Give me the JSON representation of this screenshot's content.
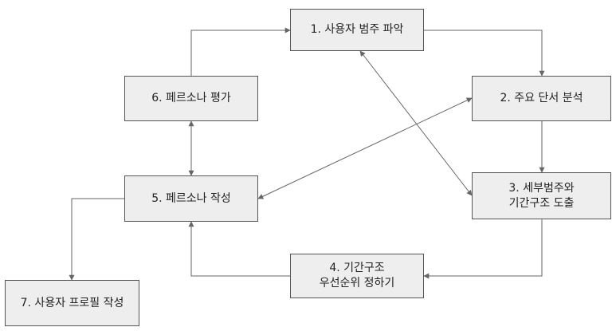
{
  "nodes": [
    {
      "id": "n1",
      "label": "1. 사용자 범주 파악"
    },
    {
      "id": "n2",
      "label": "2. 주요 단서 분석"
    },
    {
      "id": "n3",
      "label": "3. 세부범주와\n기간구조 도출"
    },
    {
      "id": "n4",
      "label": "4. 기간구조\n우선순위 정하기"
    },
    {
      "id": "n5",
      "label": "5. 페르소나 작성"
    },
    {
      "id": "n6",
      "label": "6. 페르소나 평가"
    },
    {
      "id": "n7",
      "label": "7. 사용자 프로필 작성"
    }
  ],
  "edges": [
    {
      "from": "n1",
      "to": "n2"
    },
    {
      "from": "n1",
      "to": "n3",
      "bidirectional": true
    },
    {
      "from": "n2",
      "to": "n3"
    },
    {
      "from": "n2",
      "to": "n5",
      "bidirectional": true
    },
    {
      "from": "n3",
      "to": "n4"
    },
    {
      "from": "n4",
      "to": "n5"
    },
    {
      "from": "n5",
      "to": "n6",
      "bidirectional": true
    },
    {
      "from": "n6",
      "to": "n1"
    },
    {
      "from": "n5",
      "to": "n7"
    }
  ],
  "colors": {
    "node_fill": "#eeeeee",
    "node_border": "#555555",
    "edge": "#666666",
    "text": "#222222"
  }
}
